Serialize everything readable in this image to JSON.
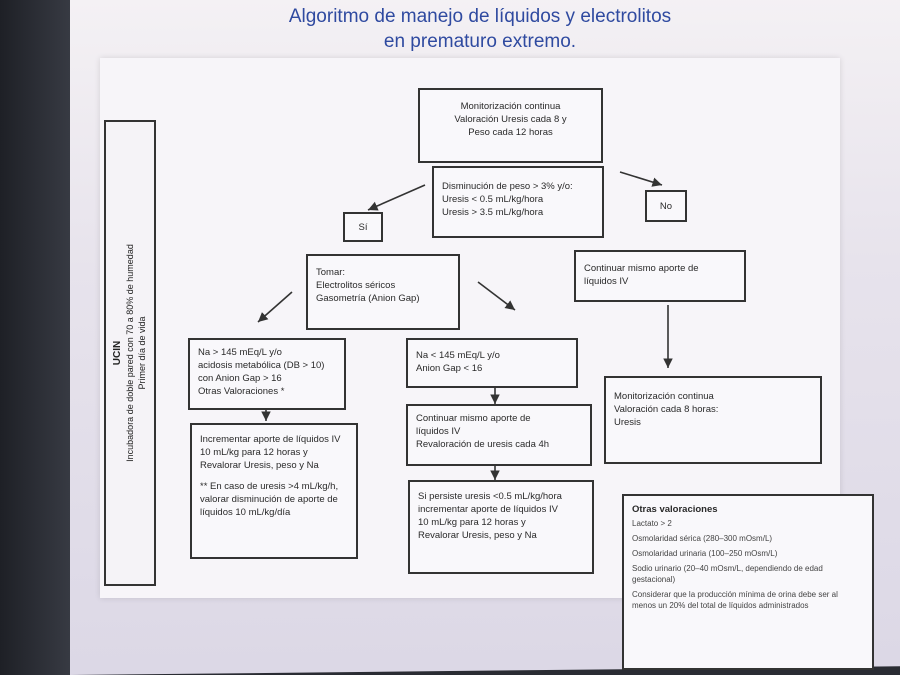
{
  "title": {
    "line1": "Algoritmo de manejo de líquidos y electrolitos",
    "line2": "en prematuro extremo."
  },
  "sidebar": {
    "unit": "UCIN",
    "detail": "Incubadora de doble pared con 70 a 80% de humedad",
    "detail2": "Primer día de vida"
  },
  "boxes": {
    "monitor": [
      "Monitorización continua",
      "Valoración Uresis cada 8 y",
      "Peso cada 12 horas"
    ],
    "decision": [
      "Disminución de peso > 3% y/o:",
      "Uresis < 0.5 mL/kg/hora",
      "Uresis > 3.5 mL/kg/hora"
    ],
    "si": "Sí",
    "no": "No",
    "tomar": [
      "Tomar:",
      "Electrolitos séricos",
      "Gasometría (Anion Gap)"
    ],
    "continuar_no": [
      "Continuar mismo aporte de",
      "líquidos IV"
    ],
    "na_high": [
      "Na > 145 mEq/L y/o",
      "acidosis metabólica (DB > 10)",
      "con Anion Gap > 16",
      "Otras Valoraciones *"
    ],
    "na_low": [
      "Na < 145 mEq/L y/o",
      "Anion Gap < 16"
    ],
    "monitor_right": [
      "Monitorización continua",
      "Valoración cada 8 horas:",
      "Uresis"
    ],
    "incrementar": [
      "Incrementar aporte de líquidos IV",
      "10 mL/kg para 12 horas y",
      "Revalorar Uresis, peso y Na"
    ],
    "incrementar_note": [
      "** En caso de uresis >4 mL/kg/h,",
      "valorar disminución de aporte de",
      "líquidos 10 mL/kg/día"
    ],
    "continuar_mid": [
      "Continuar mismo aporte de",
      "líquidos IV",
      "Revaloración de uresis cada 4h"
    ],
    "persiste": [
      "Si persiste uresis <0.5 mL/kg/hora",
      "incrementar aporte de líquidos IV",
      "10 mL/kg para 12 horas y",
      "Revalorar Uresis, peso y Na"
    ],
    "otras": {
      "head": "Otras valoraciones",
      "lines": [
        "Lactato > 2",
        "Osmolaridad sérica (280–300 mOsm/L)",
        "Osmolaridad urinaria (100–250 mOsm/L)",
        "Sodio urinario (20–40 mOsm/L, dependiendo de edad gestacional)",
        "Considerar que la producción mínima de orina debe ser al menos un 20% del total de líquidos administrados"
      ]
    }
  },
  "colors": {
    "title": "#2f4aa0",
    "border": "#333333"
  }
}
